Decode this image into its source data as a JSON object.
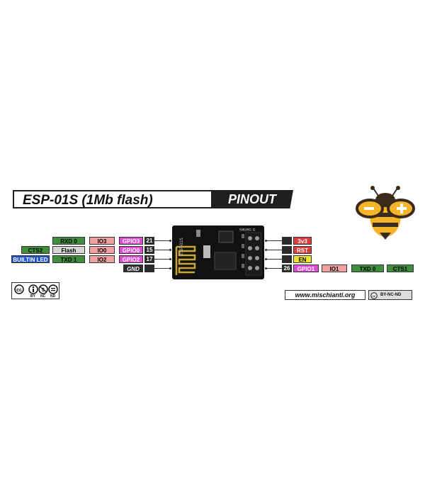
{
  "header": {
    "title": "ESP-01S (1Mb flash)",
    "subtitle": "PINOUT"
  },
  "colors": {
    "green": "#3e8e3e",
    "gray": "#d6d6d6",
    "salmon": "#f2a1a1",
    "magenta": "#e04ad6",
    "red": "#e03c3c",
    "yellow": "#f0e232",
    "blue": "#1f52c8",
    "dark": "#2b2b2b",
    "bee_yellow": "#f4b52a",
    "bee_dark": "#3a2a1a"
  },
  "left_pins": [
    {
      "labels": [
        "RXD 0",
        "IO3",
        "GPIO3"
      ],
      "number": "21"
    },
    {
      "labels": [
        "CTS2",
        "Flash",
        "IO0",
        "GPIO0"
      ],
      "number": "15"
    },
    {
      "labels": [
        "BUILTIN LED",
        "TXD 1",
        "IO2",
        "GPIO2"
      ],
      "number": "17"
    },
    {
      "labels": [
        "GND"
      ],
      "number": ""
    }
  ],
  "right_pins": [
    {
      "number": "",
      "labels": [
        "3v3"
      ]
    },
    {
      "number": "",
      "labels": [
        "RST"
      ]
    },
    {
      "number": "",
      "labels": [
        "EN"
      ]
    },
    {
      "number": "26",
      "labels": [
        "GPIO1",
        "IO1",
        "TXD 0",
        "CTS1"
      ]
    }
  ],
  "board": {
    "silkscreen": "ESP-01S",
    "series": "S Series"
  },
  "license_left": {
    "badge": "cc",
    "terms": [
      "BY",
      "NC",
      "ND"
    ]
  },
  "footer": {
    "url": "www.mischianti.org",
    "license": "BY-NC-ND"
  }
}
